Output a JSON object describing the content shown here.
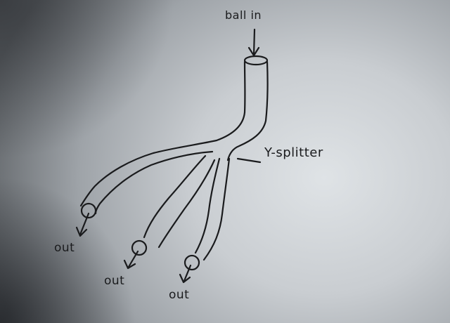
{
  "diagram": {
    "input_label": "ball in",
    "splitter_label": "Y-splitter",
    "outputs": [
      {
        "label": "out"
      },
      {
        "label": "out"
      },
      {
        "label": "out"
      }
    ]
  },
  "colors": {
    "ink": "#1a1b1d",
    "paper": "#d8dcdf"
  }
}
